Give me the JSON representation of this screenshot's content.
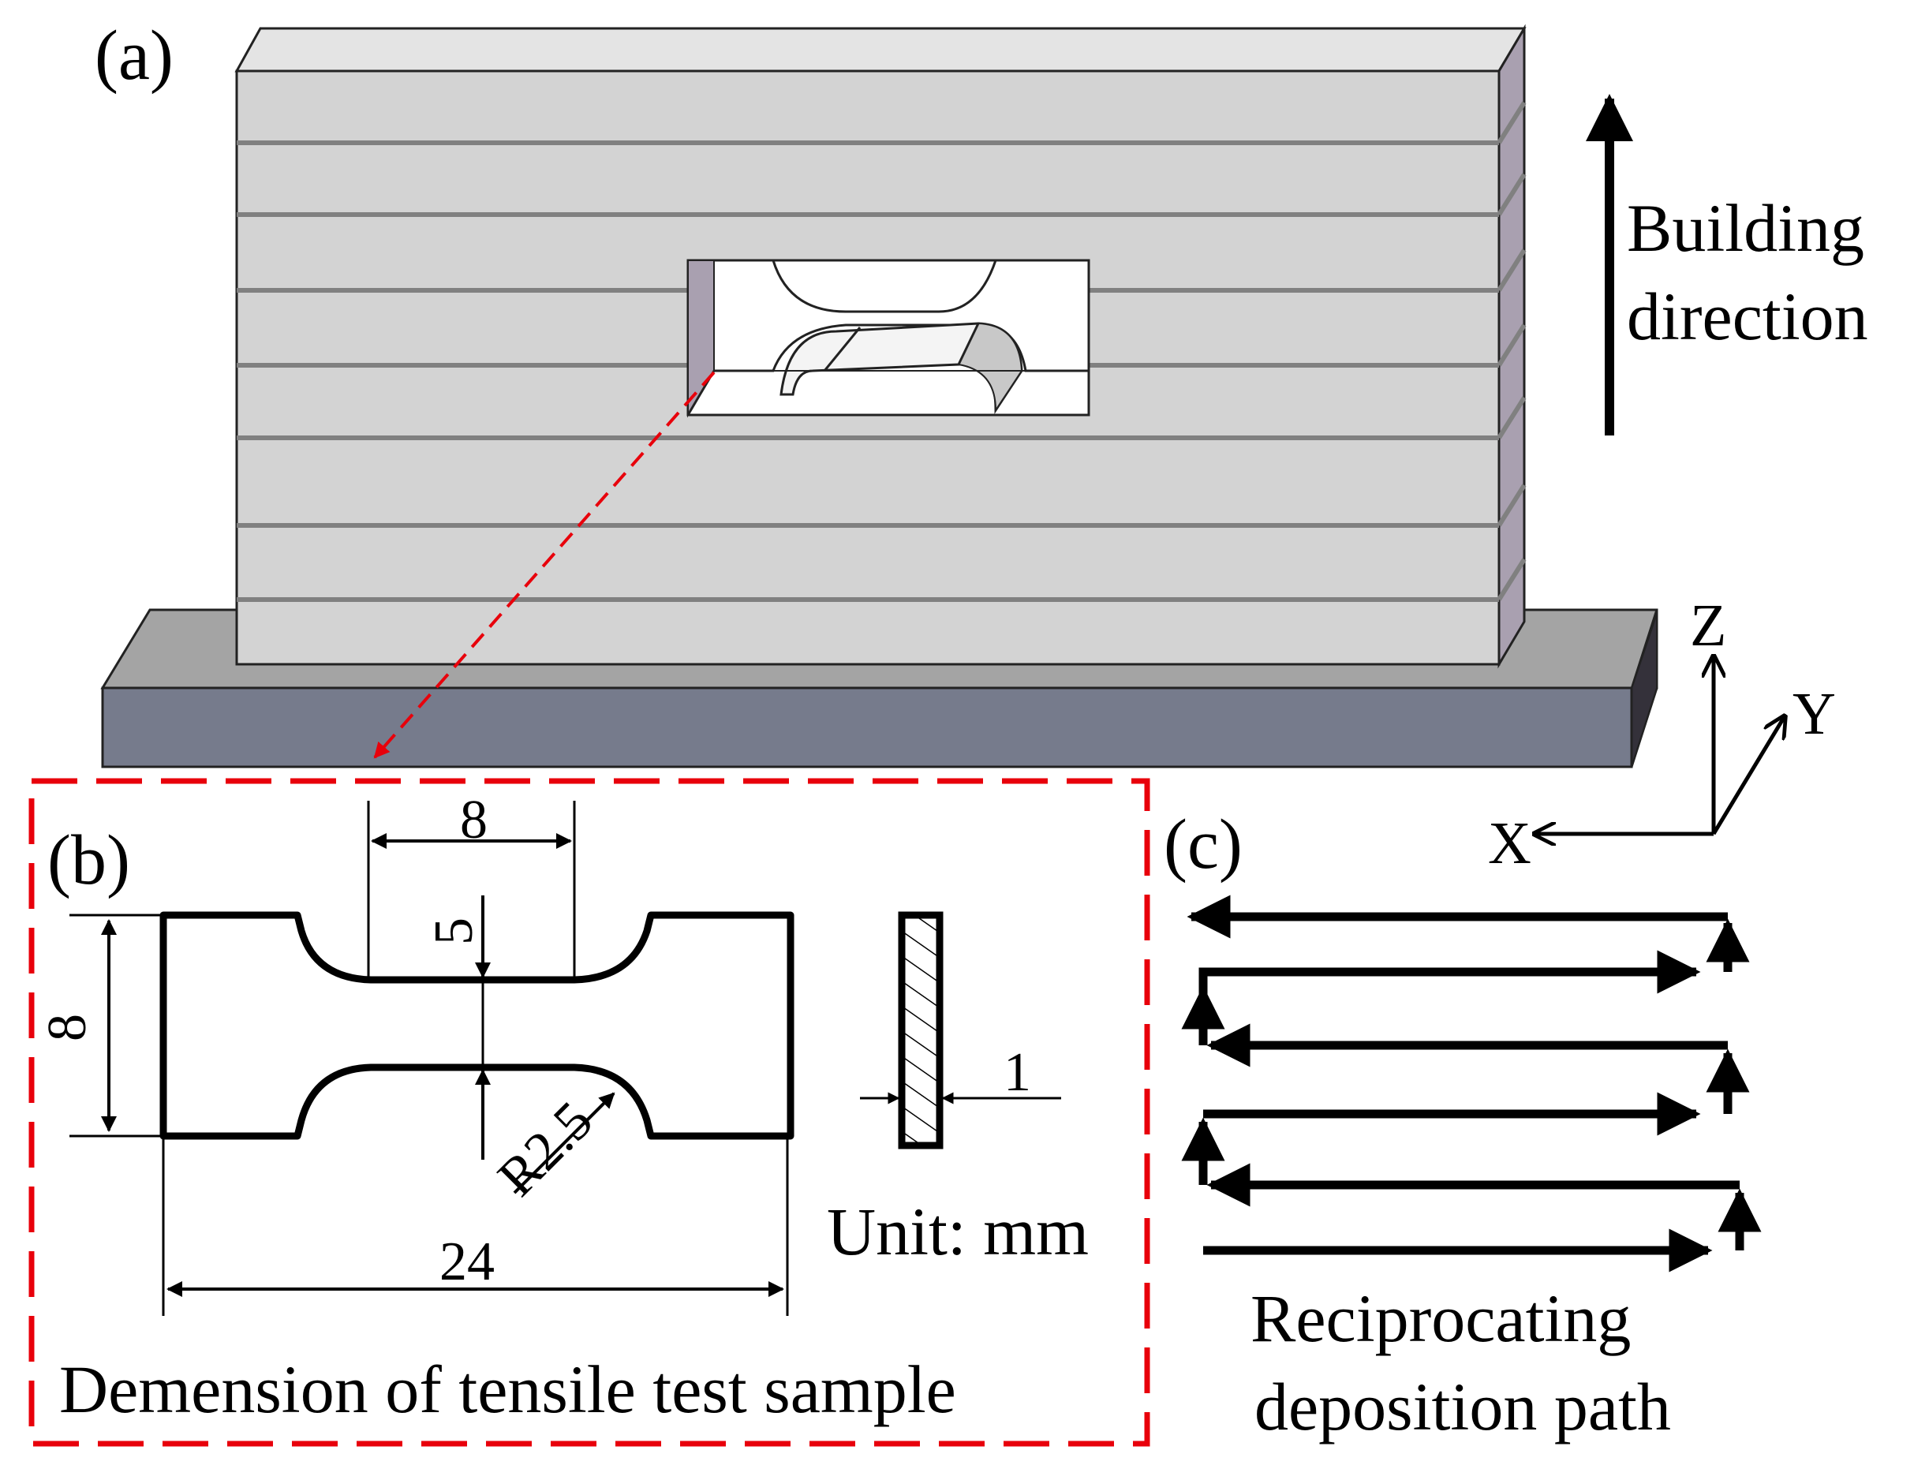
{
  "figure": {
    "panel_a": {
      "label": "(a)",
      "building_direction_line1": "Building",
      "building_direction_line2": "direction",
      "axes": {
        "z": "Z",
        "y": "Y",
        "x": "X"
      },
      "colors": {
        "wall_face": "#d3d3d3",
        "wall_top": "#e4e4e4",
        "wall_side": "#a9a0b0",
        "layer_lines": "#808080",
        "base_front": "#767b8c",
        "base_top": "#a4a4a4",
        "base_side": "#34313a",
        "leader": "#e8000b"
      }
    },
    "panel_b": {
      "label": "(b)",
      "dim_gauge_length": "8",
      "dim_gauge_width": "5",
      "dim_grip_width": "8",
      "dim_radius": "R2.5",
      "dim_total_length": "24",
      "dim_thickness": "1",
      "unit": "Unit:  mm",
      "caption": "Demension  of tensile test sample",
      "border_color": "#e8000b"
    },
    "panel_c": {
      "label": "(c)",
      "caption_line1": "Reciprocating",
      "caption_line2": "deposition path"
    }
  }
}
